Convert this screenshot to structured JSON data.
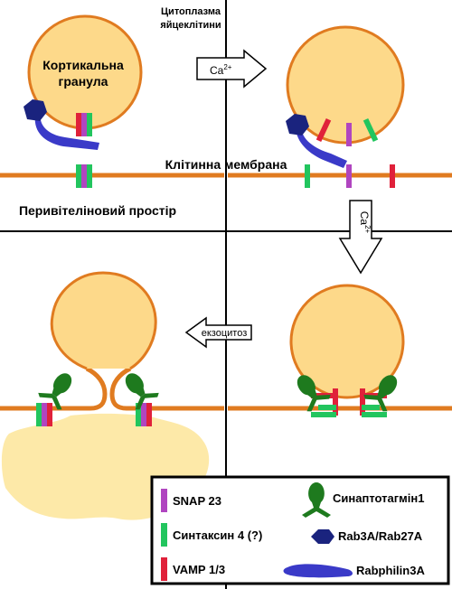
{
  "header": {
    "cytoplasm_line1": "Цитоплазма",
    "cytoplasm_line2": "яйцеклітини"
  },
  "labels": {
    "granule_line1": "Кортикальна",
    "granule_line2": "гранула",
    "membrane": "Клітинна мембрана",
    "perivitelline": "Перивітеліновий простір"
  },
  "arrows": {
    "calcium_base": "Ca",
    "calcium_sup": "2+",
    "exocytosis": "екзоцитоз"
  },
  "legend": {
    "items": [
      {
        "name": "SNAP 23",
        "color": "#b045c0",
        "shape": "bar"
      },
      {
        "name": "Синтаксин 4 (?)",
        "color": "#22c55e",
        "shape": "bar"
      },
      {
        "name": "VAMP 1/3",
        "color": "#e0213a",
        "shape": "bar"
      },
      {
        "name": "Синаптотагмін1",
        "color": "#1e7a1e",
        "shape": "synaptotagmin-icon"
      },
      {
        "name": "Rab3A/Rab27A",
        "color": "#1a237e",
        "shape": "hexagon-icon"
      },
      {
        "name": "Rabphilin3A",
        "color": "#3a3ac8",
        "shape": "rod-icon"
      }
    ]
  },
  "colors": {
    "granule_fill": "#fdd98a",
    "granule_stroke": "#e07b20",
    "membrane": "#e07b20",
    "released_content": "#fde9a8"
  }
}
